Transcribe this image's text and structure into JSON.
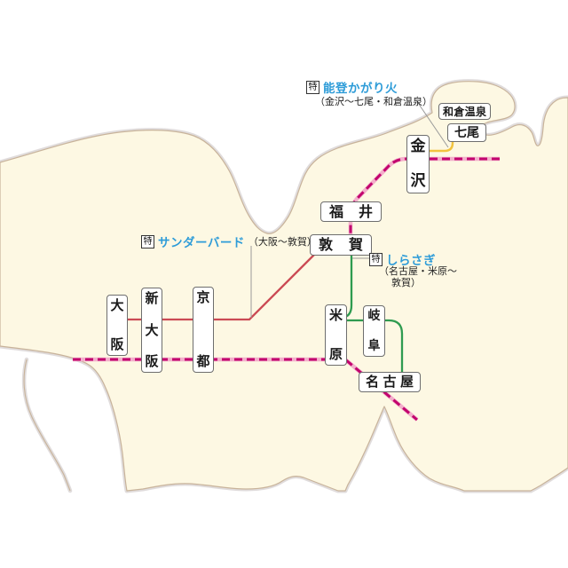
{
  "colors": {
    "sea": "#ffffff",
    "land_fill": "#fdf8e3",
    "coast_outer": "#e0dcdc",
    "coast_edge": "#c8b39a",
    "shinkansen_base": "#f3afcb",
    "shinkansen_dash": "#c2056e",
    "thunderbird_line": "#cb4a54",
    "shirasagi_line": "#2f9b50",
    "noto_line": "#f2c33f",
    "leader": "#9a9a9a",
    "train_name_text": "#2e9cd8",
    "station_text": "#1a1a1a"
  },
  "stations": [
    {
      "name": "大阪"
    },
    {
      "name": "新大阪"
    },
    {
      "name": "京都"
    },
    {
      "name": "米原"
    },
    {
      "name": "岐阜"
    },
    {
      "name": "名古屋"
    },
    {
      "name": "敦賀"
    },
    {
      "name": "福井"
    },
    {
      "name": "金沢"
    },
    {
      "name": "七尾"
    },
    {
      "name": "和倉温泉"
    }
  ],
  "trains": [
    {
      "badge": "特",
      "name": "能登かがり火",
      "route": "（金沢～七尾・和倉温泉）"
    },
    {
      "badge": "特",
      "name": "サンダーバード",
      "route": "（大阪～敦賀）"
    },
    {
      "badge": "特",
      "name": "しらさぎ",
      "route_line1": "（名古屋・米原～",
      "route_line2": "敦賀）"
    }
  ]
}
